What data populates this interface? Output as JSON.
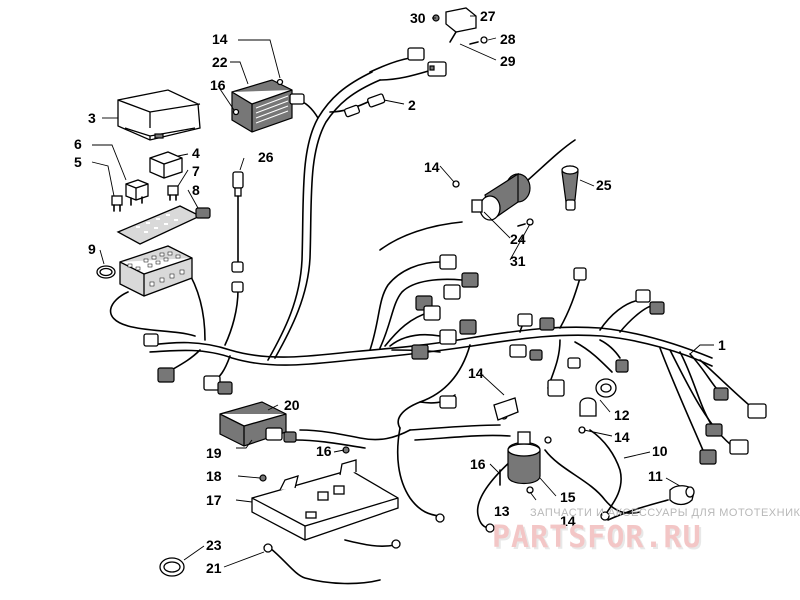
{
  "diagram": {
    "callouts": {
      "c1": "1",
      "c2": "2",
      "c3": "3",
      "c4": "4",
      "c5": "5",
      "c6": "6",
      "c7": "7",
      "c8": "8",
      "c9": "9",
      "c10": "10",
      "c11": "11",
      "c12": "12",
      "c13": "13",
      "c14a": "14",
      "c14b": "14",
      "c14c": "14",
      "c14d": "14",
      "c14e": "14",
      "c15": "15",
      "c16a": "16",
      "c16b": "16",
      "c16c": "16",
      "c17": "17",
      "c18": "18",
      "c19": "19",
      "c20": "20",
      "c21": "21",
      "c22": "22",
      "c23": "23",
      "c24": "24",
      "c25": "25",
      "c26": "26",
      "c27": "27",
      "c28": "28",
      "c29": "29",
      "c30": "30",
      "c31": "31"
    }
  },
  "watermark": {
    "tagline": "ЗАПЧАСТИ И АКСЕССУАРЫ ДЛЯ МОТОТЕХНИКИ",
    "brand": "PARTSFOR.RU"
  }
}
